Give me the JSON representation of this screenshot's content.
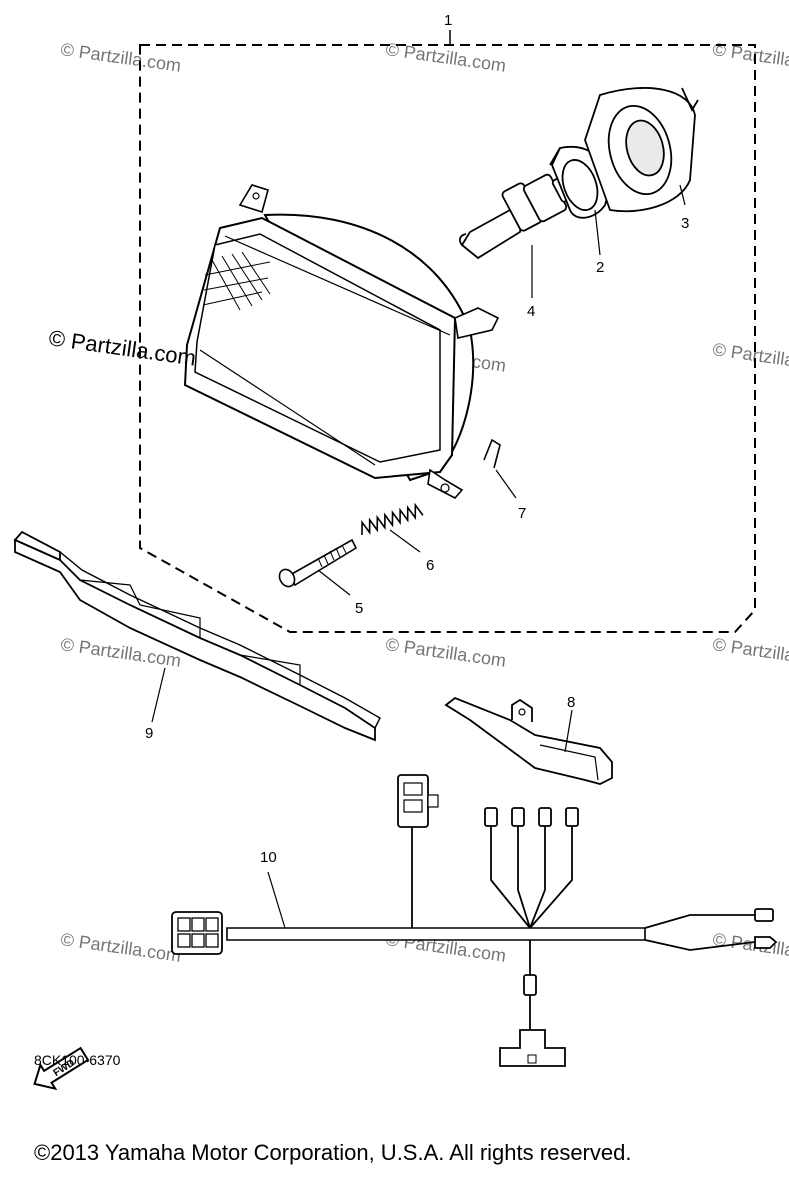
{
  "callouts": [
    "1",
    "2",
    "3",
    "4",
    "5",
    "6",
    "7",
    "8",
    "9",
    "10"
  ],
  "watermark": {
    "main": "© Partzilla.com",
    "faint": "© Partzilla.com"
  },
  "fwd_label": "FWD",
  "diagram_code": "8CK100-6370",
  "copyright": "©2013 Yamaha Motor Corporation, U.S.A. All rights reserved."
}
